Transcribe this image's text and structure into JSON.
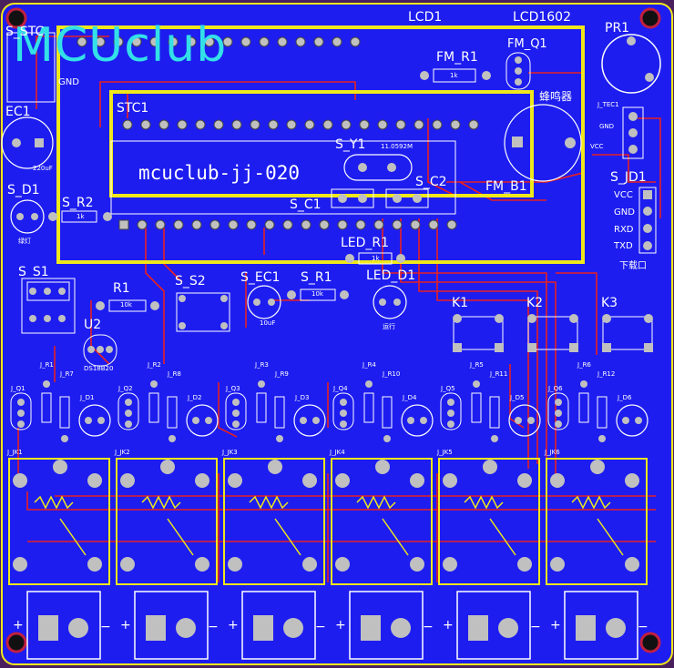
{
  "brand": {
    "text": "MCUclub"
  },
  "board_silk": {
    "text": "mcuclub-jj-020"
  },
  "colors": {
    "board": "#1d1df0",
    "trace": "#e82020",
    "outline": "#f0e81a",
    "pad": "#c0c0c0",
    "brand": "#33e0e8",
    "bg": "#4a1f5e"
  },
  "labels": {
    "stc_top": "S_STC",
    "lcd1": "LCD1",
    "lcd1602": "LCD1602",
    "pr1": "PR1",
    "fm_r1": "FM_R1",
    "fm_r1_val": "1k",
    "fm_q1": "FM_Q1",
    "ec1": "EC1",
    "ec1_val": "220uF",
    "stc1": "STC1",
    "buzzer": "蜂鸣器",
    "j_tec1": "J_TEC1",
    "gnd_a": "GND",
    "vcc_a": "VCC",
    "gnd_top": "GND",
    "s_y1": "S_Y1",
    "y1_val": "11.0592M",
    "s_c2": "S_C2",
    "fm_b1": "FM_B1",
    "s_jd1": "S_JD1",
    "vcc": "VCC",
    "gnd": "GND",
    "rxd": "RXD",
    "txd": "TXD",
    "download": "下载口",
    "s_d1": "S_D1",
    "s_r2": "S_R2",
    "s_r2_val": "1k",
    "green_light": "绿灯",
    "s_c1": "S_C1",
    "led_r1": "LED_R1",
    "led_r1_val": "1k",
    "s_s1": "S_S1",
    "s_s2": "S_S2",
    "s_ec1": "S_EC1",
    "s_ec1_val": "10uF",
    "s_r1": "S_R1",
    "s_r1_val": "10k",
    "led_d1": "LED_D1",
    "led_d1_sub": "运行",
    "r1": "R1",
    "r1_val": "10k",
    "u2": "U2",
    "u2_val": "DS18B20",
    "k1": "K1",
    "k2": "K2",
    "k3": "K3"
  },
  "channels": [
    {
      "q": "J_Q1",
      "r_a": "J_R1",
      "r_b": "J_R7",
      "d": "J_D1",
      "jk": "J_JK1"
    },
    {
      "q": "J_Q2",
      "r_a": "J_R2",
      "r_b": "J_R8",
      "d": "J_D2",
      "jk": "J_JK2"
    },
    {
      "q": "J_Q3",
      "r_a": "J_R3",
      "r_b": "J_R9",
      "d": "J_D3",
      "jk": "J_JK3"
    },
    {
      "q": "J_Q4",
      "r_a": "J_R4",
      "r_b": "J_R10",
      "d": "J_D4",
      "jk": "J_JK4"
    },
    {
      "q": "J_Q5",
      "r_a": "J_R5",
      "r_b": "J_R11",
      "d": "J_D5",
      "jk": "J_JK5"
    },
    {
      "q": "J_Q6",
      "r_a": "J_R6",
      "r_b": "J_R12",
      "d": "J_D6",
      "jk": "J_JK6"
    }
  ],
  "terminal": {
    "plus": "+",
    "minus": "−"
  }
}
